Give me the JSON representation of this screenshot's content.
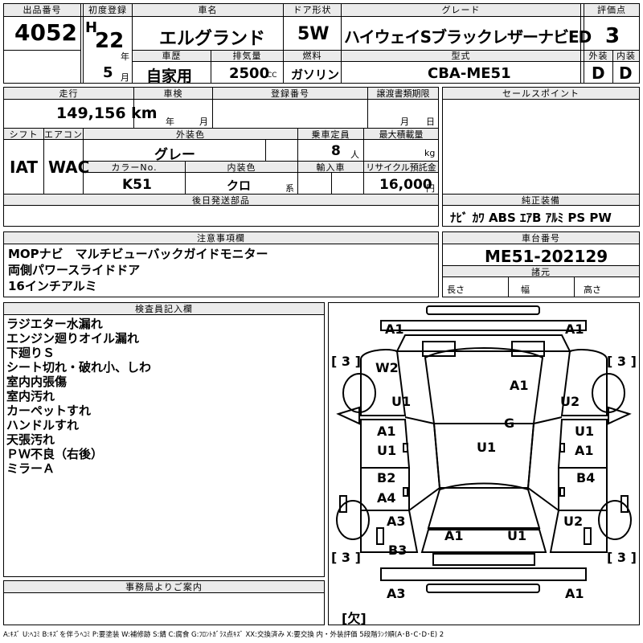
{
  "top": {
    "lot_label": "出品番号",
    "lot": "4052",
    "first_reg_label": "初度登録",
    "era": "H",
    "year": "22",
    "year_unit": "年",
    "month": "5",
    "month_unit": "月",
    "name_label": "車名",
    "name": "エルグランド",
    "door_label": "ドア形状",
    "door": "5W",
    "grade_label": "グレード",
    "grade": "ハイウェイSブラックレザーナビED",
    "score_label": "評価点",
    "score": "3",
    "history_label": "車歴",
    "history": "自家用",
    "displacement_label": "排気量",
    "displacement": "2500",
    "displacement_unit": "CC",
    "fuel_label": "燃料",
    "fuel": "ガソリン",
    "model_label": "型式",
    "model": "CBA-ME51",
    "ext_label": "外装",
    "ext": "D",
    "int_label": "内装",
    "int": "D"
  },
  "mid": {
    "mileage_label": "走行",
    "mileage": "149,156 km",
    "inspect_label": "車検",
    "nen": "年",
    "gatsu": "月",
    "reg_label": "登録番号",
    "transfer_label": "譲渡書類期限",
    "tf_gatsu": "月",
    "tf_nichi": "日",
    "sales_label": "セールスポイント",
    "shift_label": "シフト",
    "shift": "IAT",
    "ac_label": "エアコン",
    "ac": "WAC",
    "color_label": "外装色",
    "color": "グレー",
    "capacity_label": "乗車定員",
    "capacity": "8",
    "capacity_unit": "人",
    "load_label": "最大積載量",
    "load_unit": "kg",
    "color_no_label": "カラーNo.",
    "color_no": "K51",
    "interior_color_label": "内装色",
    "interior_color": "クロ",
    "interior_unit": "系",
    "import_label": "輸入車",
    "recycle_label": "リサイクル預託金",
    "recycle": "16,000",
    "recycle_unit": "円",
    "later_parts_label": "後日発送部品",
    "equip_label": "純正装備",
    "equip": "ﾅﾋﾞ ｶﾜ ABS ｴｱB ｱﾙﾐ PS PW"
  },
  "notes": {
    "label": "注意事項欄",
    "lines": [
      "MOPナビ　マルチビューバックガイドモニター",
      "両側パワースライドドア",
      "16インチアルミ"
    ]
  },
  "chassis": {
    "label": "車台番号",
    "number": "ME51-202129",
    "dims_label": "諸元",
    "length": "長さ",
    "width": "幅",
    "height": "高さ"
  },
  "inspector": {
    "label": "検査員記入欄",
    "lines": [
      "ラジエター水漏れ",
      "エンジン廻りオイル漏れ",
      "下廻りＳ",
      "シート切れ・破れ小、しわ",
      "室内内張傷",
      "室内汚れ",
      "カーペットすれ",
      "ハンドルすれ",
      "天張汚れ",
      "ＰＷ不良（右後）",
      "ミラーＡ"
    ]
  },
  "office": {
    "label": "事務局よりご案内"
  },
  "diagram": {
    "bracket_3": "[ 3 ]",
    "missing": "[欠]",
    "marks": [
      "A1",
      "A1",
      "W2",
      "A1",
      "U1",
      "U2",
      "G",
      "A1",
      "U1",
      "U1",
      "U1",
      "A1",
      "B2",
      "B4",
      "A4",
      "A3",
      "U2",
      "A1",
      "U1",
      "B3",
      "A3",
      "A1"
    ]
  },
  "legend": "A:ｷｽﾞ U:ﾍｺﾐ B:ｷｽﾞを伴うﾍｺﾐ P:要塗装 W:補修跡 S:錆 C:腐食 G:ﾌﾛﾝﾄｶﾞﾗｽ点ｷｽﾞ XX:交換済み X:要交換 内・外装評価 5段階ﾗﾝｸ順(A･B･C･D･E) 2"
}
